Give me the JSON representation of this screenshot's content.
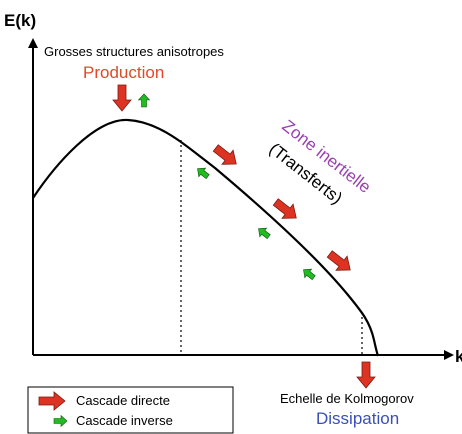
{
  "axes": {
    "y_label": "E(k)",
    "x_label": "k"
  },
  "annotations": {
    "top_note": "Grosses structures anisotropes",
    "production": "Production",
    "zone": "Zone inertielle",
    "transferts": "(Transferts)",
    "kolmogorov": "Echelle de Kolmogorov",
    "dissipation": "Dissipation"
  },
  "legend": {
    "direct": "Cascade directe",
    "inverse": "Cascade inverse"
  },
  "colors": {
    "direct_arrow": "#dd3322",
    "inverse_arrow": "#22bb22",
    "production_text": "#e04a2a",
    "zone_text": "#9a3fb0",
    "dissipation_text": "#3a4fb8",
    "curve": "#000000"
  }
}
